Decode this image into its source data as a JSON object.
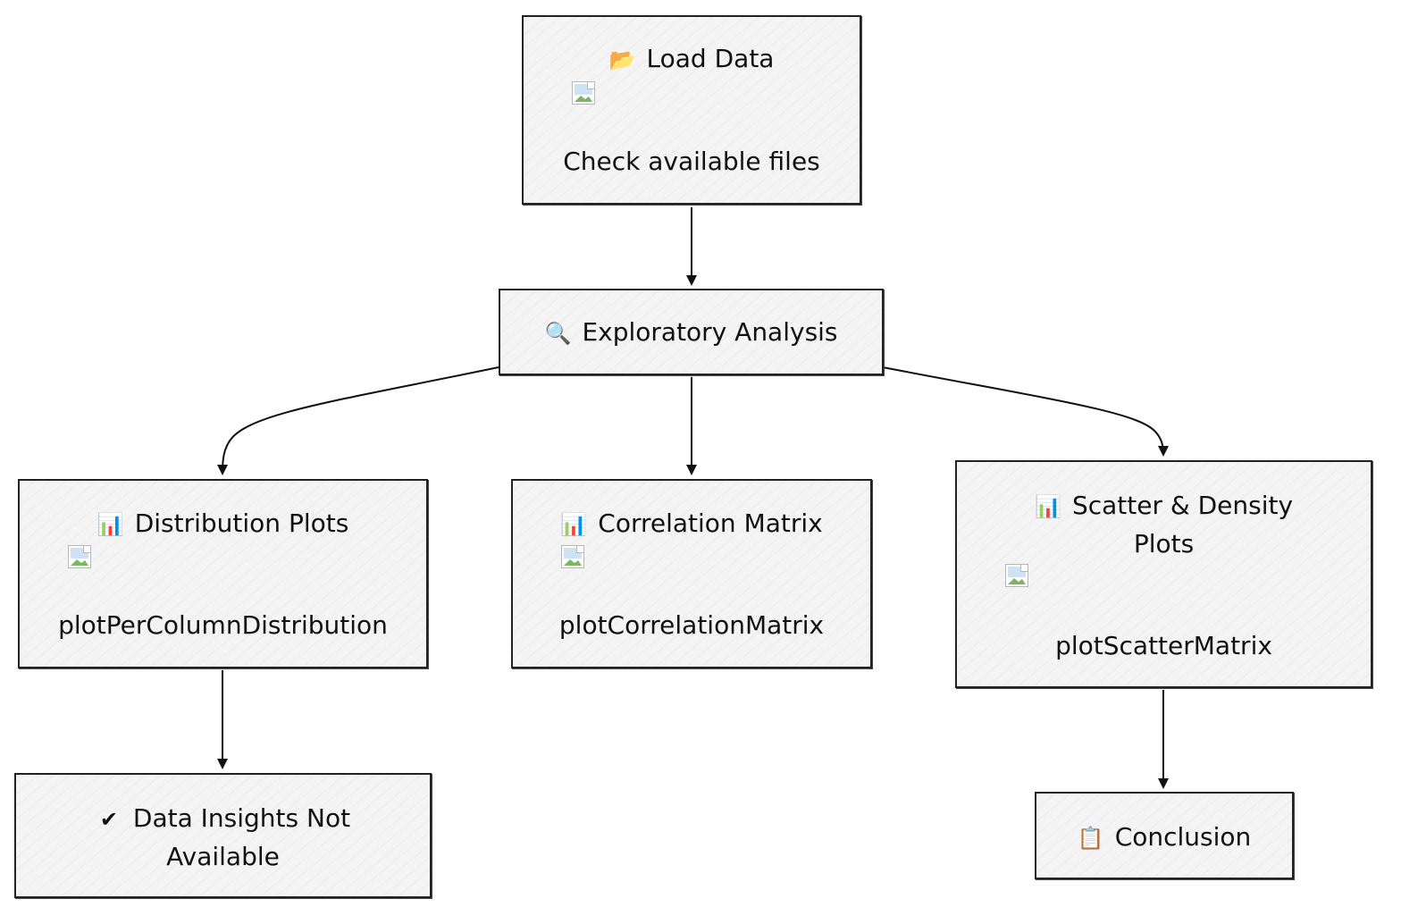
{
  "nodes": {
    "load_data": {
      "title": "Load Data",
      "icon": "folder-icon",
      "subtitle": "Check available files"
    },
    "exploratory": {
      "title": "Exploratory Analysis",
      "icon": "magnifier-icon"
    },
    "distribution": {
      "title": "Distribution Plots",
      "icon": "bar-chart-icon",
      "subtitle": "plotPerColumnDistribution"
    },
    "correlation": {
      "title": "Correlation Matrix",
      "icon": "bar-chart-icon",
      "subtitle": "plotCorrelationMatrix"
    },
    "scatter": {
      "title": "Scatter & Density Plots",
      "icon": "bar-chart-icon",
      "subtitle": "plotScatterMatrix"
    },
    "insights": {
      "title": "Data Insights Not Available",
      "icon": "checkmark-icon"
    },
    "conclusion": {
      "title": "Conclusion",
      "icon": "clipboard-icon"
    }
  },
  "edges": [
    {
      "from": "load_data",
      "to": "exploratory"
    },
    {
      "from": "exploratory",
      "to": "distribution"
    },
    {
      "from": "exploratory",
      "to": "correlation"
    },
    {
      "from": "exploratory",
      "to": "scatter"
    },
    {
      "from": "distribution",
      "to": "insights"
    },
    {
      "from": "scatter",
      "to": "conclusion"
    }
  ],
  "colors": {
    "stroke": "#222222",
    "fill": "#f4f4f4"
  }
}
